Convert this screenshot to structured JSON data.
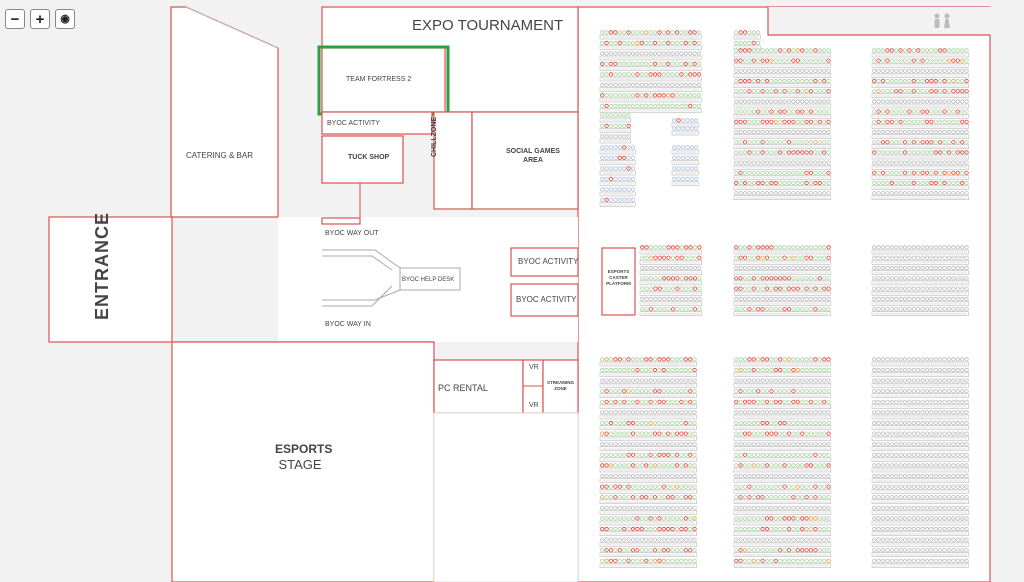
{
  "controls": {
    "zoom_out": "−",
    "zoom_in": "+",
    "locate": "◉"
  },
  "zones": {
    "expo_tournament": "EXPO TOURNAMENT",
    "team_fortress": "TEAM FORTRESS 2",
    "byoc_activity_top": "BYOC ACTIVITY",
    "tuck_shop": "TUCK SHOP",
    "chillzone": "CHILLZONE",
    "social_games_line1": "SOCIAL GAMES",
    "social_games_line2": "AREA",
    "catering": "CATERING & BAR",
    "entrance": "ENTRANCE",
    "byoc_way_out": "BYOC WAY OUT",
    "byoc_help_desk": "BYOC HELP DESK",
    "byoc_way_in": "BYOC WAY IN",
    "byoc_activity_1": "BYOC ACTIVITY",
    "byoc_activity_2": "BYOC ACTIVITY",
    "esports_caster_1": "ESPORTS",
    "esports_caster_2": "CASTER",
    "esports_caster_3": "PLATFORM",
    "vr_1": "VR",
    "vr_2": "VR",
    "streaming_1": "STREAMING",
    "streaming_2": "ZONE",
    "pc_rental": "PC RENTAL",
    "esports_stage_1": "ESPORTS",
    "esports_stage_2": "STAGE"
  },
  "colors": {
    "wall": "#d9534f",
    "highlight": "#2e9e3f",
    "seat_free": "#a8d5a2",
    "seat_taken": "#e8412e",
    "seat_reserved": "#b0c4e0",
    "seat_other": "#f0a030",
    "seat_grey": "#bbbbbb"
  },
  "seat_blocks": [
    {
      "x": 0,
      "y": 0,
      "rows": 9,
      "status_mix": "mixed"
    }
  ]
}
